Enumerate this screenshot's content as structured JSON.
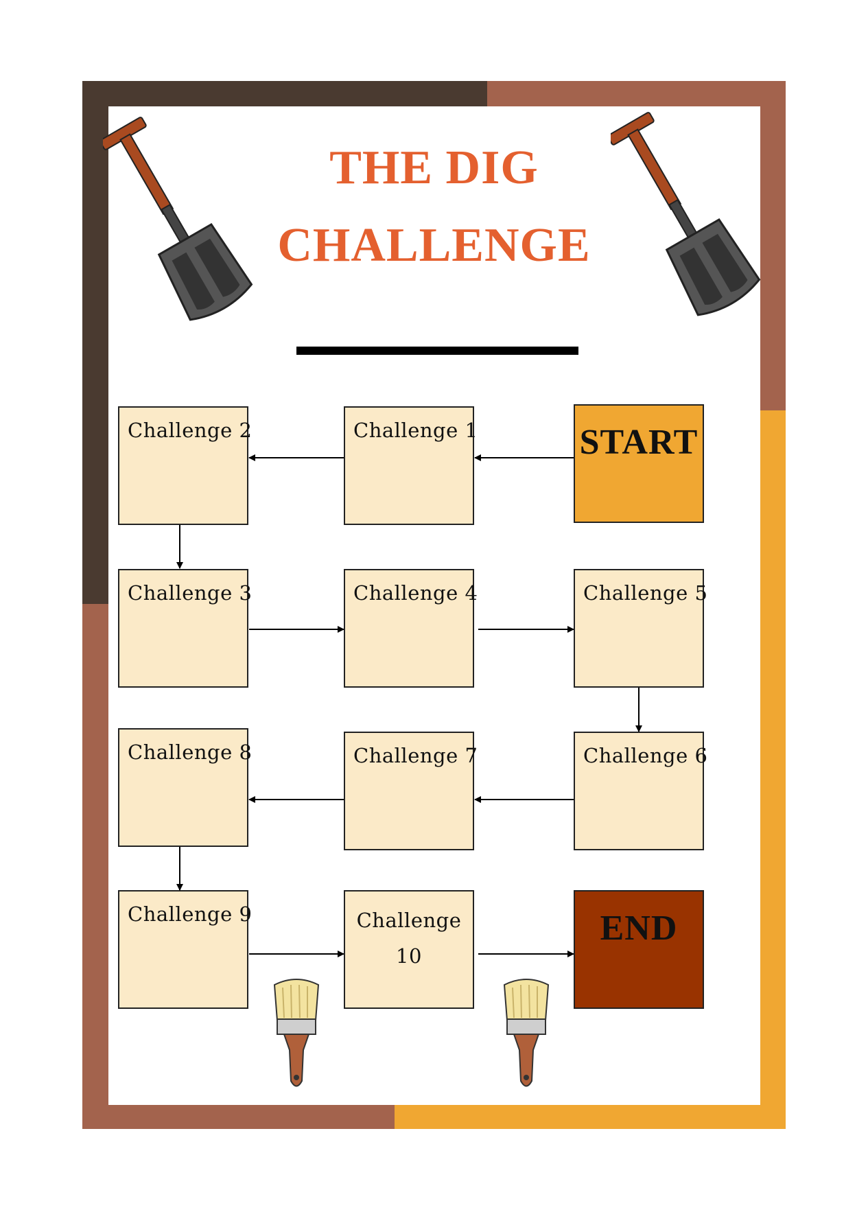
{
  "title": {
    "line1": "THE DIG",
    "line2": "CHALLENGE"
  },
  "colors": {
    "title": "#E4602F",
    "box_fill": "#FBEAC8",
    "start_fill": "#F0A732",
    "end_fill": "#993300",
    "frame_dark": "#4A3A30",
    "frame_brown": "#A3634D",
    "frame_orange": "#F0A732"
  },
  "boxes": {
    "start": "START",
    "c1": "Challenge 1",
    "c2": "Challenge 2",
    "c3": "Challenge 3",
    "c4": "Challenge 4",
    "c5": "Challenge 5",
    "c6": "Challenge 6",
    "c7": "Challenge 7",
    "c8": "Challenge 8",
    "c9": "Challenge 9",
    "c10_line1": "Challenge",
    "c10_line2": "10",
    "end": "END"
  },
  "icons": [
    "shovel-icon",
    "shovel-icon",
    "paintbrush-icon",
    "paintbrush-icon"
  ]
}
